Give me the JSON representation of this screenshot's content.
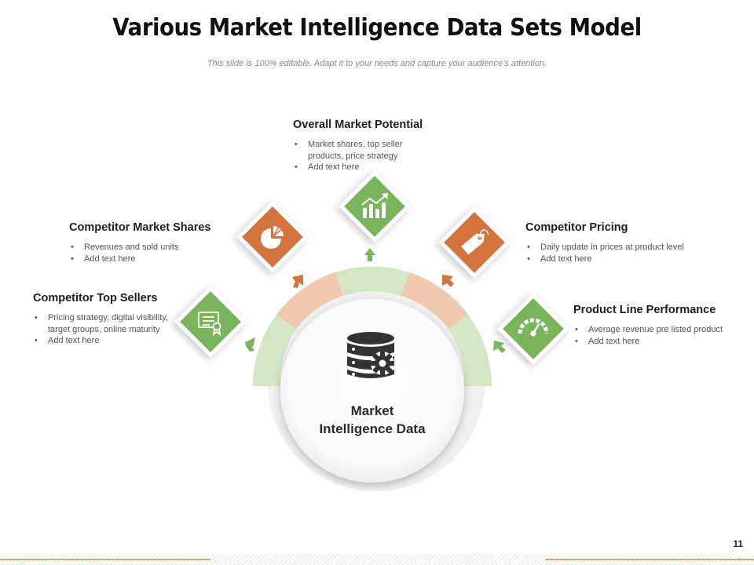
{
  "title": "Various Market Intelligence Data Sets Model",
  "subtitle": "This slide is 100% editable. Adapt it to your needs and capture your audience’s attention.",
  "hub": {
    "line1": "Market",
    "line2": "Intelligence Data"
  },
  "blocks": {
    "overall_market_potential": {
      "title": "Overall Market Potential",
      "bullets": [
        "Market shares, top seller products, price strategy",
        "Add text here"
      ]
    },
    "competitor_market_shares": {
      "title": "Competitor Market Shares",
      "bullets": [
        "Revenues and sold units",
        "Add text here"
      ]
    },
    "competitor_top_sellers": {
      "title": "Competitor Top Sellers",
      "bullets": [
        "Pricing strategy, digital visibility, target groups, online maturity",
        "Add text here"
      ]
    },
    "competitor_pricing": {
      "title": "Competitor Pricing",
      "bullets": [
        "Daily update in prices at product level",
        "Add text here"
      ]
    },
    "product_line_performance": {
      "title": "Product Line Performance",
      "bullets": [
        "Average revenue pre listed product",
        "Add text here"
      ]
    }
  },
  "icons": {
    "top_sellers": "certificate-icon",
    "market_shares": "pie-chart-icon",
    "market_potential": "bar-chart-growth-icon",
    "pricing": "price-tag-icon",
    "performance": "speedometer-icon",
    "hub": "database-gear-icon"
  },
  "colors": {
    "green": "#7ab55c",
    "orange": "#d4733a",
    "light_green": "#d3e7c4",
    "light_orange": "#efc8ae"
  },
  "page_number": "11"
}
